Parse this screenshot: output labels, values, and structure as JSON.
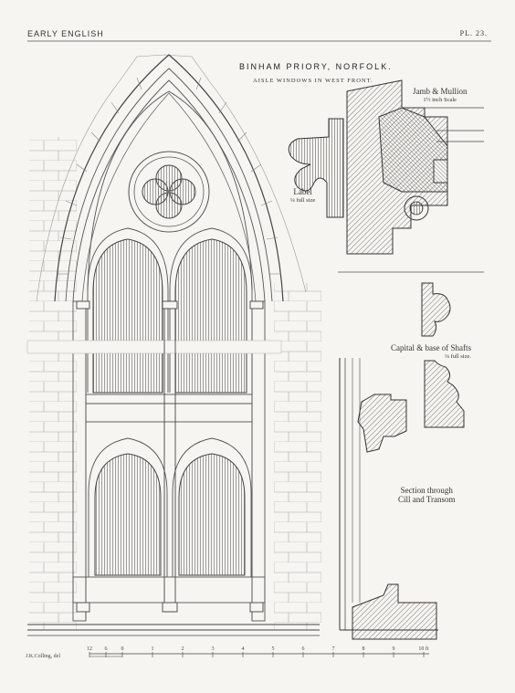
{
  "header": {
    "left": "EARLY ENGLISH",
    "right": "PL. 23."
  },
  "title": "BINHAM PRIORY, NORFOLK.",
  "subtitle": "AISLE WINDOWS IN WEST FRONT.",
  "labels": {
    "jamb": {
      "main": "Jamb & Mullion",
      "scale": "1½ inch Scale"
    },
    "label": {
      "main": "Label",
      "scale": "¼ full size"
    },
    "capital": {
      "main": "Capital & base of Shafts",
      "scale": "¼ full size."
    },
    "section": {
      "line1": "Section through",
      "line2": "Cill and Transom"
    }
  },
  "scale_bar": {
    "ticks": [
      "12",
      "6",
      "0",
      "1",
      "2",
      "3",
      "4",
      "5",
      "6",
      "7",
      "8",
      "9",
      "10 ft"
    ]
  },
  "credit": "J.K.Colling, del"
}
